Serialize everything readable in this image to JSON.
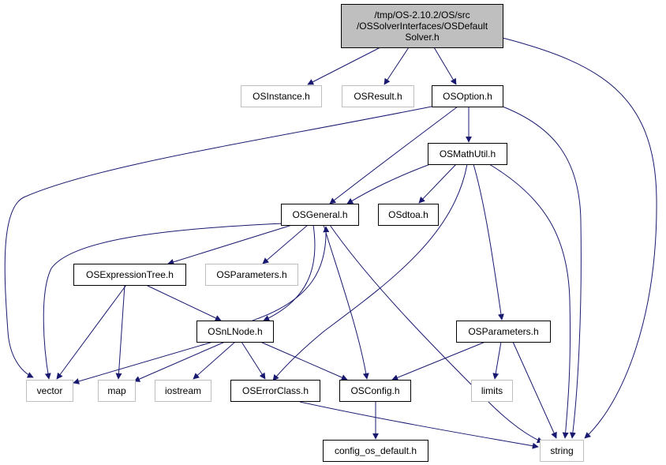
{
  "root": {
    "line1": "/tmp/OS-2.10.2/OS/src",
    "line2": "/OSSolverInterfaces/OSDefault",
    "line3": "Solver.h"
  },
  "nodes": {
    "osinstance": "OSInstance.h",
    "osresult": "OSResult.h",
    "osoption": "OSOption.h",
    "osmathutil": "OSMathUtil.h",
    "osgeneral": "OSGeneral.h",
    "osdtoa": "OSdtoa.h",
    "osexpressiontree": "OSExpressionTree.h",
    "osparameters_ext": "OSParameters.h",
    "osnlnode": "OSnLNode.h",
    "osparameters": "OSParameters.h",
    "vector": "vector",
    "map": "map",
    "iostream": "iostream",
    "oserrorclass": "OSErrorClass.h",
    "osconfig": "OSConfig.h",
    "limits": "limits",
    "config_os_default": "config_os_default.h",
    "string": "string"
  },
  "colors": {
    "edge": "#191970",
    "node_border": "#000000",
    "external_border": "#bfbfbf",
    "root_fill": "#bfbfbf"
  }
}
